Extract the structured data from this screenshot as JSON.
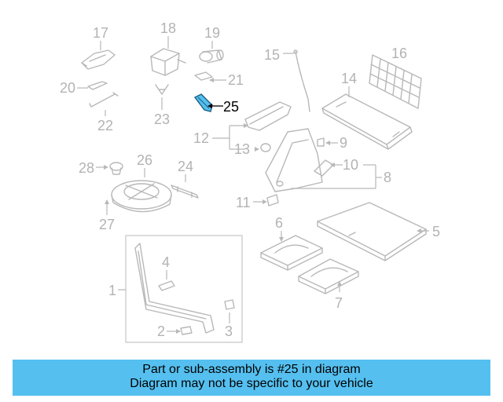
{
  "diagram": {
    "highlight_color": "#55c0f0",
    "callouts": {
      "c1": "1",
      "c2": "2",
      "c3": "3",
      "c4": "4",
      "c5": "5",
      "c6": "6",
      "c7": "7",
      "c8": "8",
      "c9": "9",
      "c10": "10",
      "c11": "11",
      "c12": "12",
      "c13": "13",
      "c14": "14",
      "c15": "15",
      "c16": "16",
      "c17": "17",
      "c18": "18",
      "c19": "19",
      "c20": "20",
      "c21": "21",
      "c22": "22",
      "c23": "23",
      "c24": "24",
      "c25": "25",
      "c26": "26",
      "c27": "27",
      "c28": "28"
    }
  },
  "banner": {
    "line1": "Part or sub-assembly is #25 in diagram",
    "line2": "Diagram may not be specific to your vehicle",
    "background": "#55c0f0"
  }
}
